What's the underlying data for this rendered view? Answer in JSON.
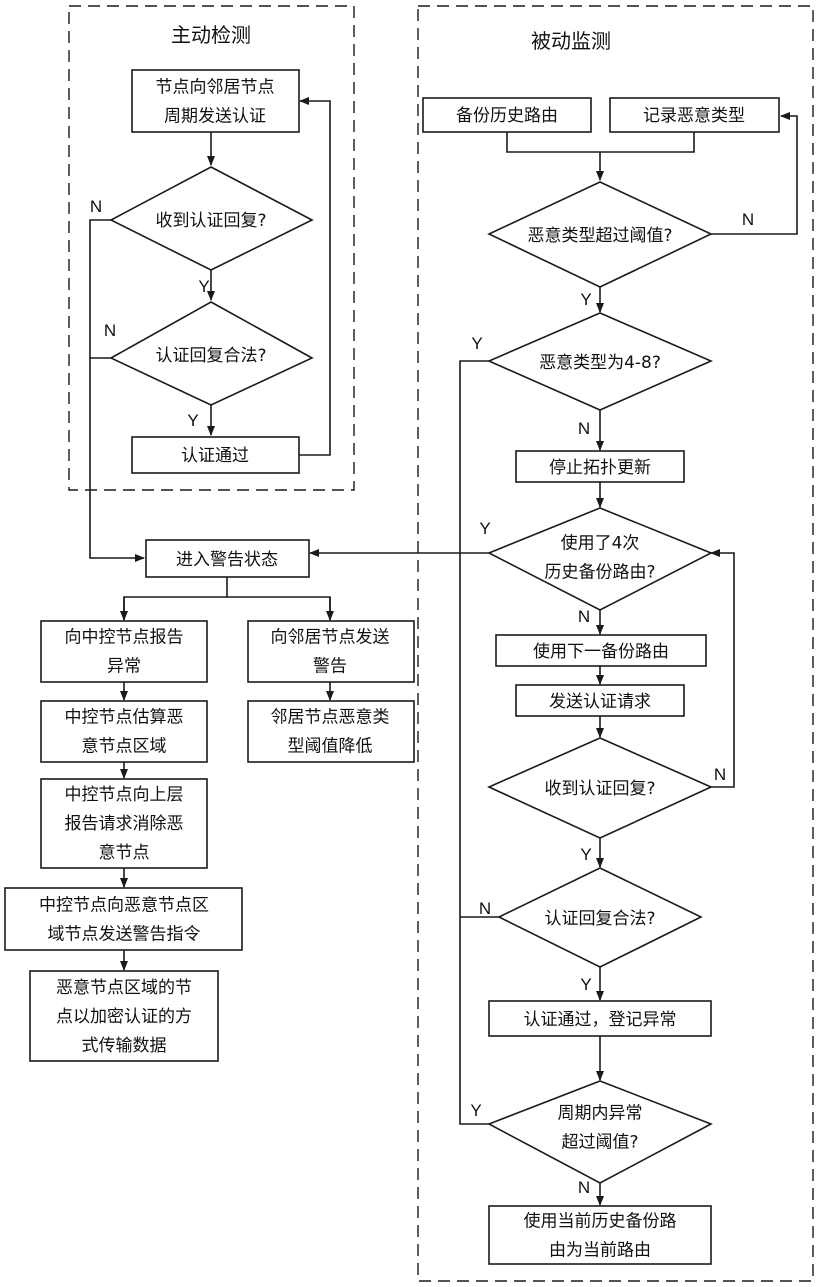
{
  "titles": {
    "active": "主动检测",
    "passive": "被动监测"
  },
  "nodes": {
    "a1": [
      "节点向邻居节点",
      "周期发送认证"
    ],
    "a2": [
      "收到认证回复?"
    ],
    "a3": [
      "认证回复合法?"
    ],
    "a4": [
      "认证通过"
    ],
    "p1": [
      "备份历史路由"
    ],
    "p2": [
      "记录恶意类型"
    ],
    "p3": [
      "恶意类型超过阈值?"
    ],
    "p4": [
      "恶意类型为4-8?"
    ],
    "p5": [
      "停止拓扑更新"
    ],
    "p6": [
      "使用了4次",
      "历史备份路由?"
    ],
    "p7": [
      "使用下一备份路由"
    ],
    "p8": [
      "发送认证请求"
    ],
    "p9": [
      "收到认证回复?"
    ],
    "p10": [
      "认证回复合法?"
    ],
    "p11": [
      "认证通过，登记异常"
    ],
    "p12": [
      "周期内异常",
      "超过阈值?"
    ],
    "p13": [
      "使用当前历史备份路",
      "由为当前路由"
    ],
    "w0": [
      "进入警告状态"
    ],
    "w1": [
      "向中控节点报告",
      "异常"
    ],
    "w2": [
      "中控节点估算恶",
      "意节点区域"
    ],
    "w3": [
      "中控节点向上层",
      "报告请求消除恶",
      "意节点"
    ],
    "w4": [
      "中控节点向恶意节点区",
      "域节点发送警告指令"
    ],
    "w5": [
      "恶意节点区域的节",
      "点以加密认证的方",
      "式传输数据"
    ],
    "n1": [
      "向邻居节点发送",
      "警告"
    ],
    "n2": [
      "邻居节点恶意类",
      "型阈值降低"
    ]
  },
  "branch_labels": {
    "yes": "Y",
    "no": "N"
  }
}
